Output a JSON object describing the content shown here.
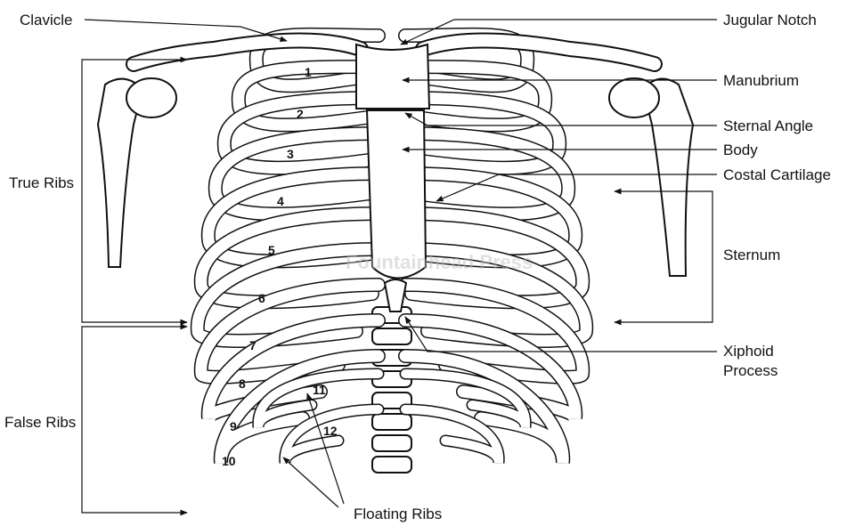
{
  "title": "Thoracic Cage",
  "watermark": "Fountainhead Press",
  "labels": {
    "clavicle": "Clavicle",
    "jugular_notch": "Jugular Notch",
    "manubrium": "Manubrium",
    "sternal_angle": "Sternal Angle",
    "body": "Body",
    "costal_cartilage": "Costal Cartilage",
    "sternum": "Sternum",
    "xiphoid_line1": "Xiphoid",
    "xiphoid_line2": "Process",
    "true_ribs": "True Ribs",
    "false_ribs": "False Ribs",
    "floating_ribs": "Floating Ribs"
  },
  "rib_numbers": [
    "1",
    "2",
    "3",
    "4",
    "5",
    "6",
    "7",
    "8",
    "9",
    "10",
    "11",
    "12"
  ],
  "colors": {
    "line": "#111111",
    "fill": "#ffffff",
    "watermark": "#bbbbbb"
  }
}
